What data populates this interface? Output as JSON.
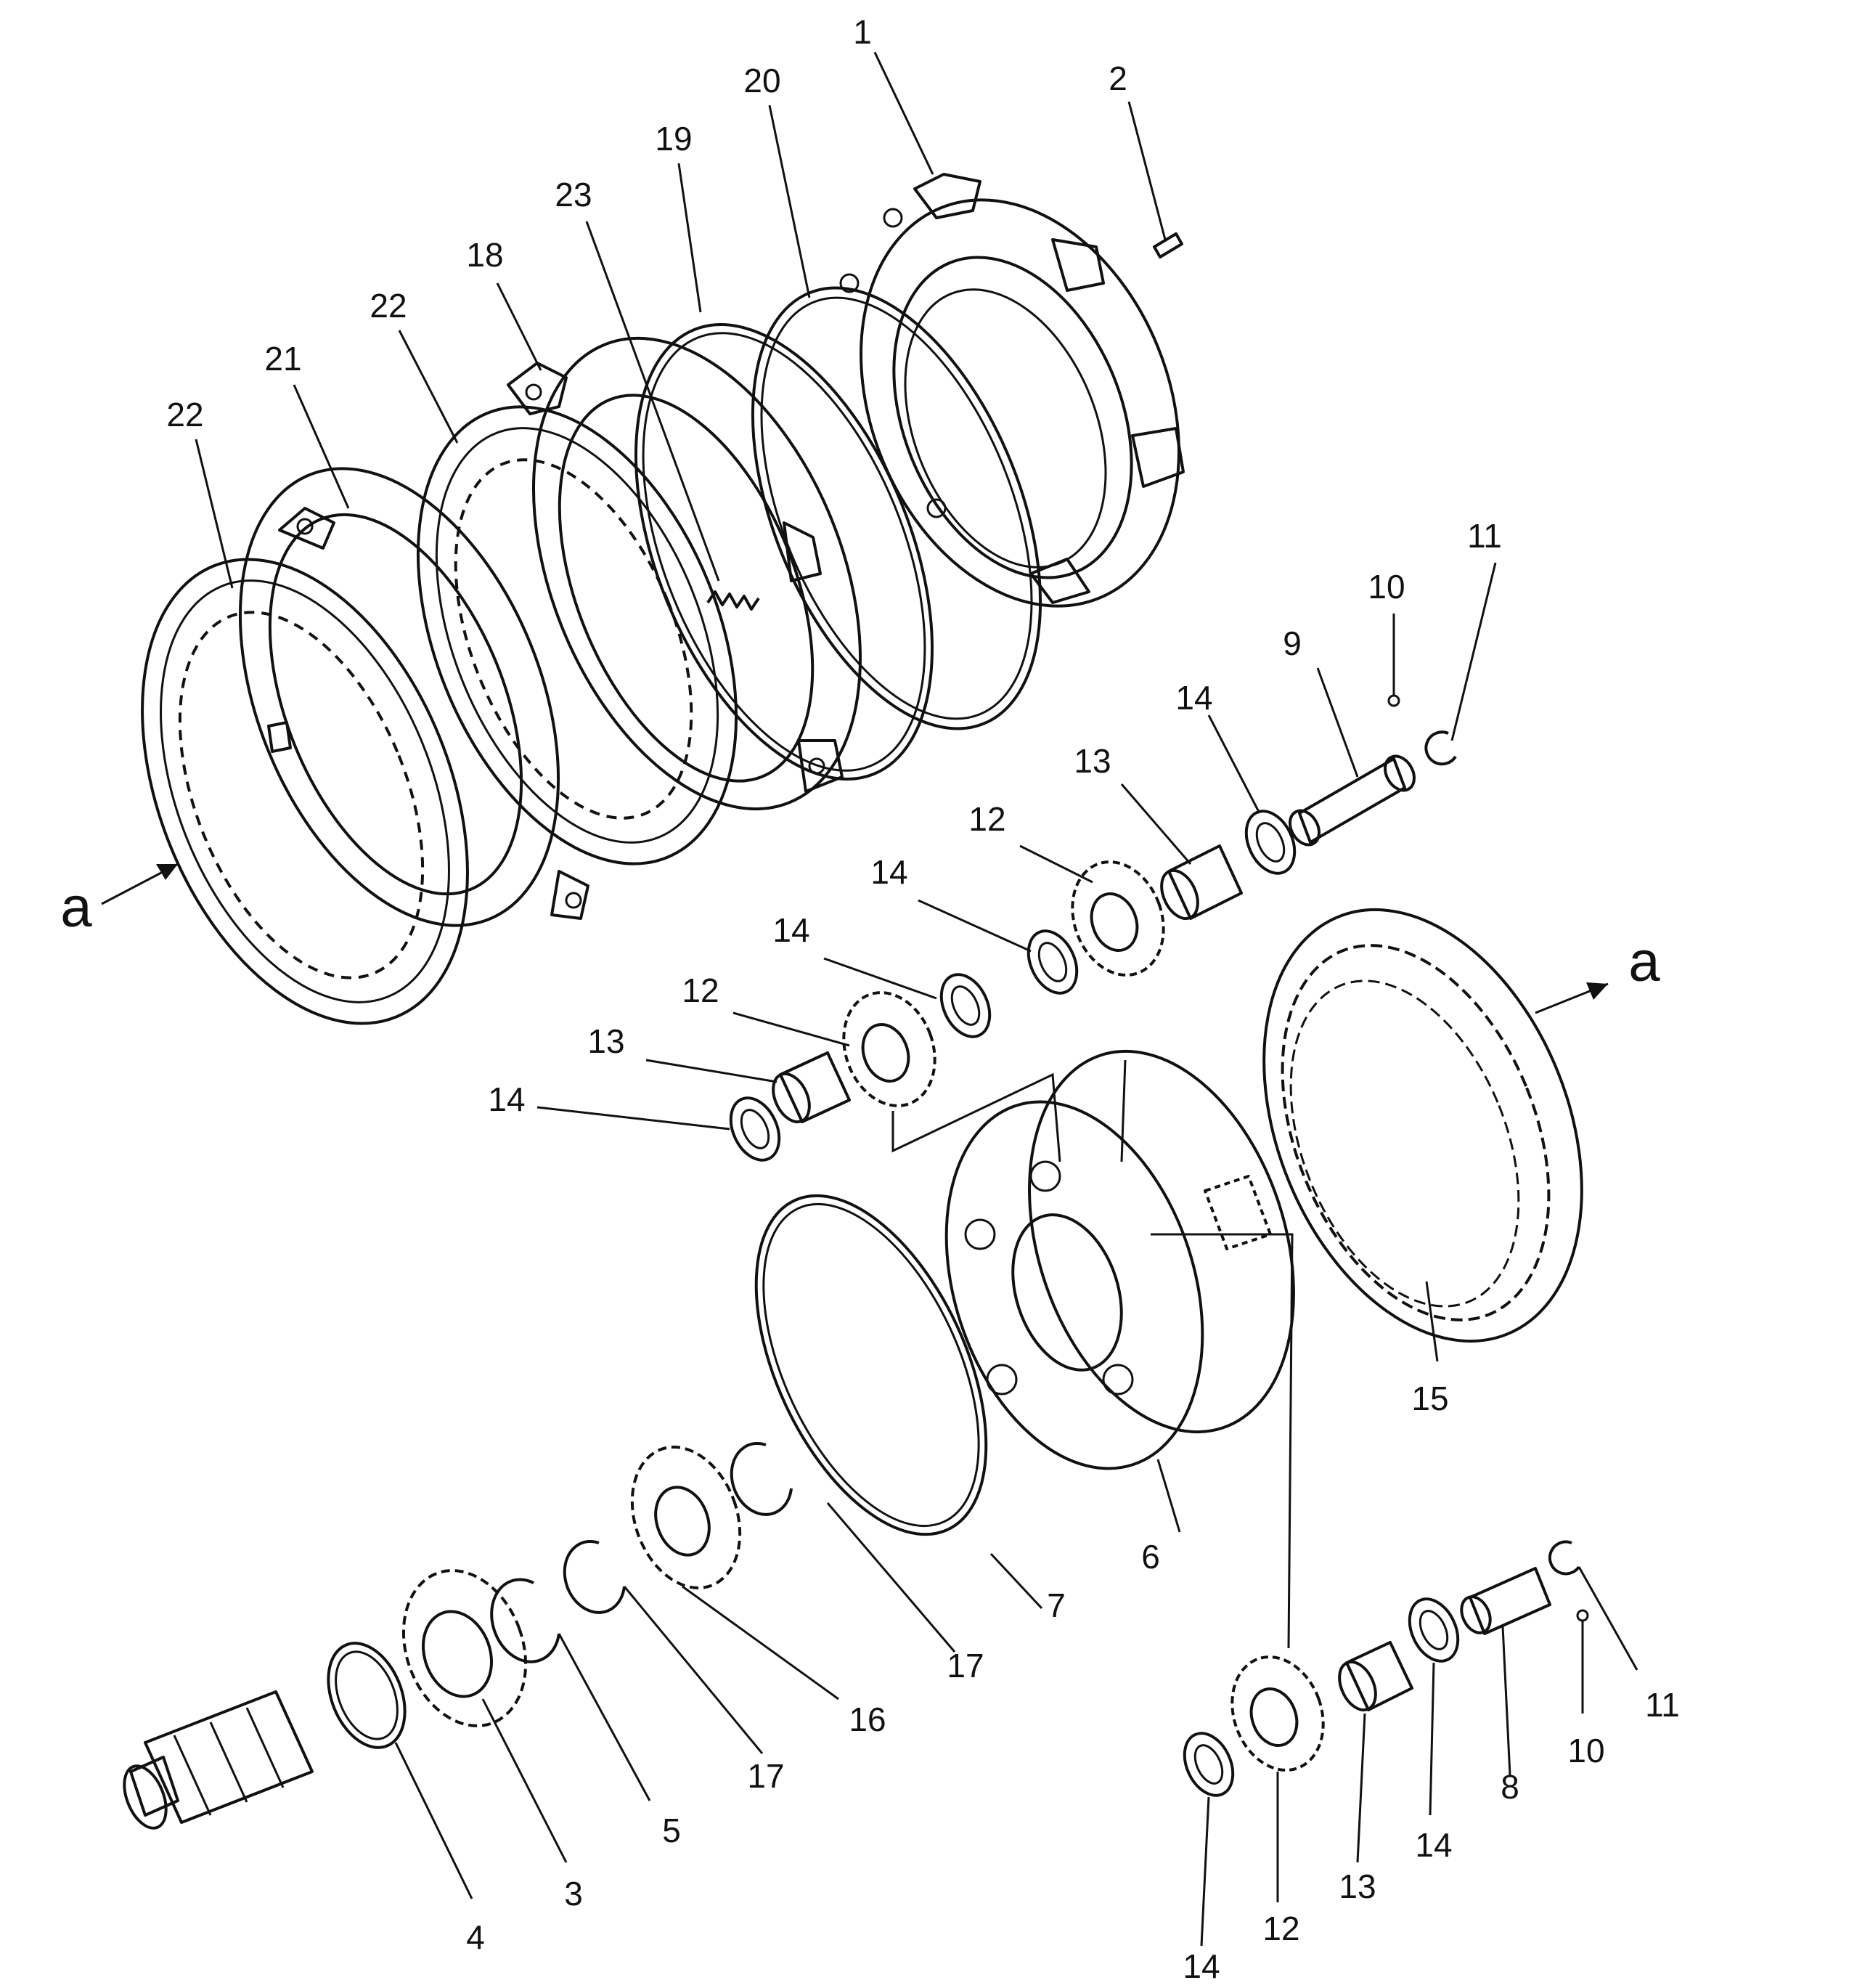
{
  "callouts": [
    {
      "id": "c-1",
      "text": "1"
    },
    {
      "id": "c-2",
      "text": "2"
    },
    {
      "id": "c-20",
      "text": "20"
    },
    {
      "id": "c-19",
      "text": "19"
    },
    {
      "id": "c-23",
      "text": "23"
    },
    {
      "id": "c-18",
      "text": "18"
    },
    {
      "id": "c-22a",
      "text": "22"
    },
    {
      "id": "c-21",
      "text": "21"
    },
    {
      "id": "c-22b",
      "text": "22"
    },
    {
      "id": "c-11a",
      "text": "11"
    },
    {
      "id": "c-10a",
      "text": "10"
    },
    {
      "id": "c-9",
      "text": "9"
    },
    {
      "id": "c-14a",
      "text": "14"
    },
    {
      "id": "c-13a",
      "text": "13"
    },
    {
      "id": "c-12a",
      "text": "12"
    },
    {
      "id": "c-14b",
      "text": "14"
    },
    {
      "id": "c-14c",
      "text": "14"
    },
    {
      "id": "c-12b",
      "text": "12"
    },
    {
      "id": "c-13b",
      "text": "13"
    },
    {
      "id": "c-14d",
      "text": "14"
    },
    {
      "id": "c-15",
      "text": "15"
    },
    {
      "id": "c-6",
      "text": "6"
    },
    {
      "id": "c-7",
      "text": "7"
    },
    {
      "id": "c-17a",
      "text": "17"
    },
    {
      "id": "c-16",
      "text": "16"
    },
    {
      "id": "c-17b",
      "text": "17"
    },
    {
      "id": "c-5",
      "text": "5"
    },
    {
      "id": "c-3",
      "text": "3"
    },
    {
      "id": "c-4",
      "text": "4"
    },
    {
      "id": "c-11b",
      "text": "11"
    },
    {
      "id": "c-10b",
      "text": "10"
    },
    {
      "id": "c-8",
      "text": "8"
    },
    {
      "id": "c-14e",
      "text": "14"
    },
    {
      "id": "c-13c",
      "text": "13"
    },
    {
      "id": "c-12c",
      "text": "12"
    },
    {
      "id": "c-14f",
      "text": "14"
    }
  ],
  "view_markers": [
    {
      "id": "view-a-left",
      "text": "a"
    },
    {
      "id": "view-a-right",
      "text": "a"
    }
  ]
}
